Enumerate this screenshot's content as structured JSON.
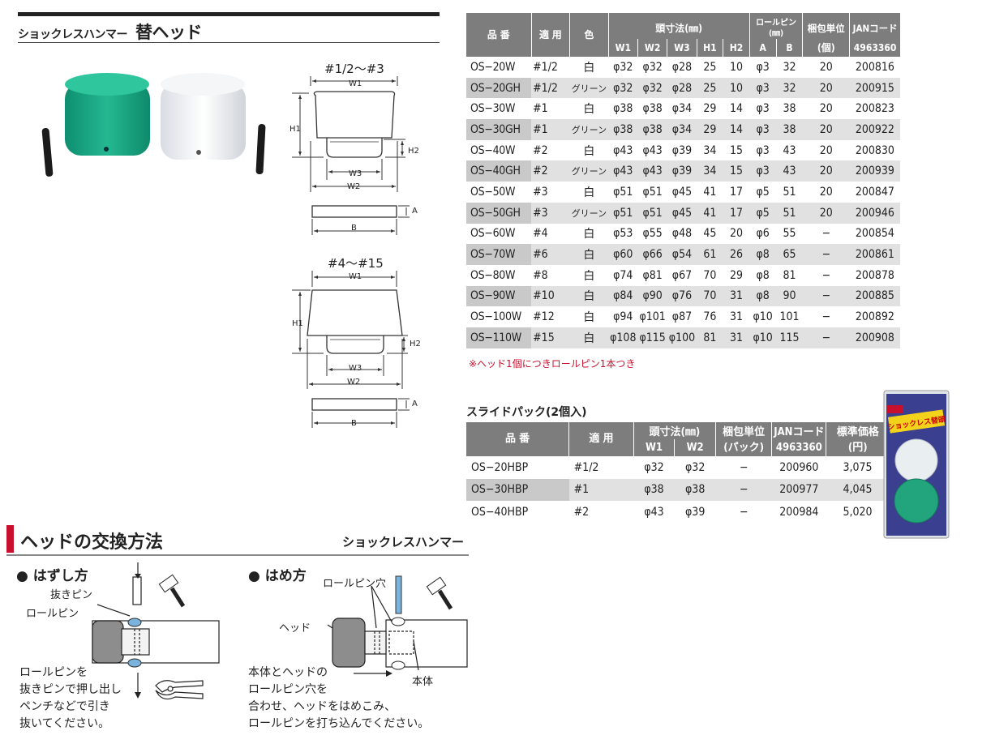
{
  "header": {
    "title_small": "ショックレスハンマー",
    "title_big": "替ヘッド"
  },
  "diagrams": {
    "top_label": "#1/2〜#3",
    "bottom_label": "#4〜#15",
    "dims": {
      "w1": "W1",
      "w2": "W2",
      "w3": "W3",
      "h1": "H1",
      "h2": "H2",
      "a": "A",
      "b": "B"
    }
  },
  "spec_table": {
    "headers": {
      "code": "品 番",
      "apply": "適 用",
      "color": "色",
      "head_size": "頭寸法(㎜)",
      "w1": "W1",
      "w2": "W2",
      "w3": "W3",
      "h1": "H1",
      "h2": "H2",
      "pin": "ロールピン(㎜)",
      "pin_a": "A",
      "pin_b": "B",
      "pack": "梱包単位",
      "pack_unit": "(個)",
      "jan": "JANコード",
      "jan_prefix": "4963360"
    },
    "rows": [
      [
        "OS−20W",
        "#1/2",
        "白",
        "φ32",
        "φ32",
        "φ28",
        "25",
        "10",
        "φ3",
        "32",
        "20",
        "200816"
      ],
      [
        "OS−20GH",
        "#1/2",
        "グリーン",
        "φ32",
        "φ32",
        "φ28",
        "25",
        "10",
        "φ3",
        "32",
        "20",
        "200915"
      ],
      [
        "OS−30W",
        "#1",
        "白",
        "φ38",
        "φ38",
        "φ34",
        "29",
        "14",
        "φ3",
        "38",
        "20",
        "200823"
      ],
      [
        "OS−30GH",
        "#1",
        "グリーン",
        "φ38",
        "φ38",
        "φ34",
        "29",
        "14",
        "φ3",
        "38",
        "20",
        "200922"
      ],
      [
        "OS−40W",
        "#2",
        "白",
        "φ43",
        "φ43",
        "φ39",
        "34",
        "15",
        "φ3",
        "43",
        "20",
        "200830"
      ],
      [
        "OS−40GH",
        "#2",
        "グリーン",
        "φ43",
        "φ43",
        "φ39",
        "34",
        "15",
        "φ3",
        "43",
        "20",
        "200939"
      ],
      [
        "OS−50W",
        "#3",
        "白",
        "φ51",
        "φ51",
        "φ45",
        "41",
        "17",
        "φ5",
        "51",
        "20",
        "200847"
      ],
      [
        "OS−50GH",
        "#3",
        "グリーン",
        "φ51",
        "φ51",
        "φ45",
        "41",
        "17",
        "φ5",
        "51",
        "20",
        "200946"
      ],
      [
        "OS−60W",
        "#4",
        "白",
        "φ53",
        "φ55",
        "φ48",
        "45",
        "20",
        "φ6",
        "55",
        "−",
        "200854"
      ],
      [
        "OS−70W",
        "#6",
        "白",
        "φ60",
        "φ66",
        "φ54",
        "61",
        "26",
        "φ8",
        "65",
        "−",
        "200861"
      ],
      [
        "OS−80W",
        "#8",
        "白",
        "φ74",
        "φ81",
        "φ67",
        "70",
        "29",
        "φ8",
        "81",
        "−",
        "200878"
      ],
      [
        "OS−90W",
        "#10",
        "白",
        "φ84",
        "φ90",
        "φ76",
        "70",
        "31",
        "φ8",
        "90",
        "−",
        "200885"
      ],
      [
        "OS−100W",
        "#12",
        "白",
        "φ94",
        "φ101",
        "φ87",
        "76",
        "31",
        "φ10",
        "101",
        "−",
        "200892"
      ],
      [
        "OS−110W",
        "#15",
        "白",
        "φ108",
        "φ115",
        "φ100",
        "81",
        "31",
        "φ10",
        "115",
        "−",
        "200908"
      ]
    ],
    "note": "※ヘッド1個につきロールピン1本つき"
  },
  "slide_pack": {
    "title": "スライドパック(2個入)",
    "headers": {
      "code": "品 番",
      "apply": "適 用",
      "head_size": "頭寸法(㎜)",
      "w1": "W1",
      "w2": "W2",
      "pack": "梱包単位",
      "pack_unit": "(パック)",
      "jan": "JANコード",
      "jan_prefix": "4963360",
      "price": "標準価格",
      "price_unit": "(円)"
    },
    "rows": [
      [
        "OS−20HBP",
        "#1/2",
        "φ32",
        "φ32",
        "−",
        "200960",
        "3,075"
      ],
      [
        "OS−30HBP",
        "#1",
        "φ38",
        "φ38",
        "−",
        "200977",
        "4,045"
      ],
      [
        "OS−40HBP",
        "#2",
        "φ43",
        "φ39",
        "−",
        "200984",
        "5,020"
      ]
    ],
    "package_label": "ショックレス替頭"
  },
  "howto": {
    "title": "ヘッドの交換方法",
    "brand": "ショックレスハンマー",
    "remove": {
      "title": "● はずし方",
      "label_pin_punch": "抜きピン",
      "label_roll_pin": "ロールピン",
      "text": [
        "ロールピンを",
        "抜きピンで押し出し",
        "ペンチなどで引き",
        "抜いてください。"
      ]
    },
    "insert": {
      "title": "● はめ方",
      "label_pin_hole": "ロールピン穴",
      "label_head": "ヘッド",
      "label_body": "本体",
      "text": [
        "本体とヘッドの",
        "ロールピン穴を",
        "合わせ、ヘッドをはめこみ、",
        "ロールピンを打ち込んでください。"
      ]
    }
  },
  "colors": {
    "green": "#1aa586",
    "header_gray": "#7d7d7d",
    "red": "#c8102e"
  }
}
